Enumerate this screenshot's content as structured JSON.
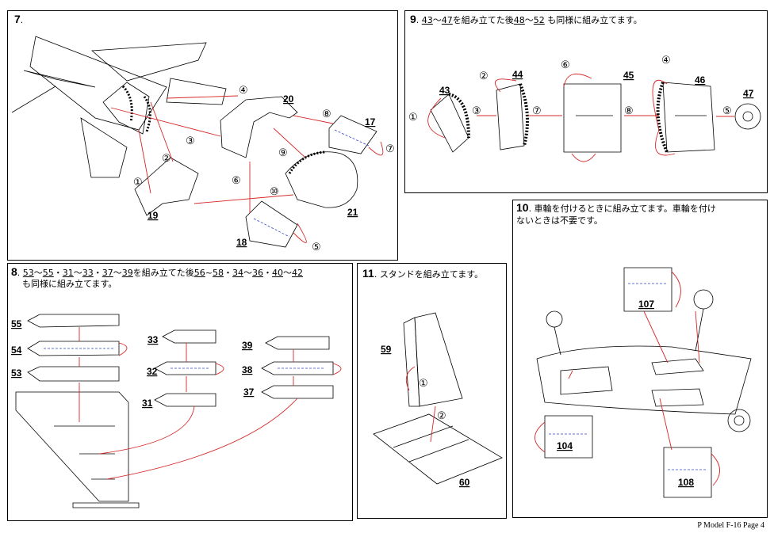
{
  "footer": "P Model F-16 Page 4",
  "step7": {
    "num": "7",
    "dot": ".",
    "parts": [
      "20",
      "17",
      "19",
      "21",
      "18"
    ],
    "circles": [
      "①",
      "②",
      "③",
      "④",
      "⑤",
      "⑥",
      "⑦",
      "⑧",
      "⑨",
      "⑩"
    ]
  },
  "step9": {
    "num": "9",
    "dot": ".",
    "r1": "43",
    "sep1": "〜",
    "r2": "47",
    "mid": "を組み立てた後",
    "r3": "48",
    "sep2": "〜",
    "r4": "52",
    "tail": " も同様に組み立てます。",
    "parts": [
      "43",
      "44",
      "45",
      "46",
      "47"
    ],
    "circles": [
      "①",
      "②",
      "③",
      "④",
      "⑤",
      "⑥",
      "⑦",
      "⑧"
    ]
  },
  "step10": {
    "num": "10",
    "dot": ".",
    "line1": "車輪を付けるときに組み立てます。車輪を付け",
    "line2": "ないときは不要です。",
    "parts": [
      "107",
      "104",
      "108"
    ]
  },
  "step8": {
    "num": "8",
    "dot": ".",
    "refs": [
      "53",
      "55",
      "31",
      "33",
      "37",
      "39"
    ],
    "refs2": [
      "56",
      "58",
      "34",
      "36",
      "40",
      "42"
    ],
    "line1_tilde": "〜",
    "line1_dot": "・",
    "line1_mid": "を組み立てた後",
    "line1_tilde2": "~",
    "line2": "も同様に組み立てます。",
    "parts": [
      "55",
      "54",
      "53",
      "33",
      "32",
      "31",
      "39",
      "38",
      "37"
    ]
  },
  "step11": {
    "num": "11",
    "dot": ".",
    "text": "スタンドを組み立てます。",
    "parts": [
      "59",
      "60"
    ],
    "circles": [
      "①",
      "②"
    ]
  }
}
